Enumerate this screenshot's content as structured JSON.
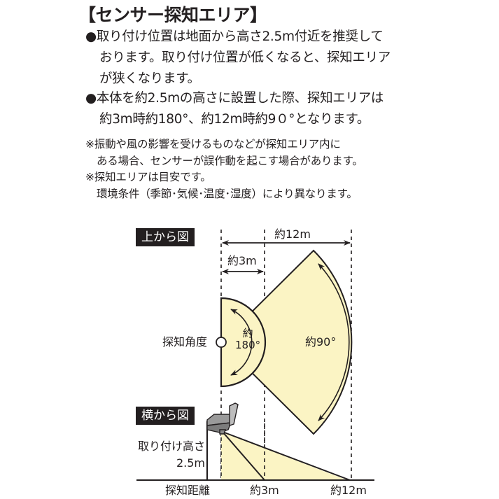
{
  "title": "【センサー探知エリア】",
  "bullets": [
    {
      "marker": "●",
      "lines": [
        "取り付け位置は地面から高さ2.5m付近を推奨して",
        "おります。取り付け位置が低くなると、探知エリア",
        "が狭くなります。"
      ]
    },
    {
      "marker": "●",
      "lines": [
        "本体を約2.5mの高さに設置した際、探知エリアは",
        "約3m時約180°、約12m時約9０°となります。"
      ]
    }
  ],
  "notes": [
    {
      "lines": [
        "※振動や風の影響を受けるものなどが探知エリア内に",
        "ある場合、センサーが誤作動を起こす場合があります。"
      ]
    },
    {
      "lines": [
        "※探知エリアは目安です。",
        "環境条件（季節･気候･温度･湿度）により異なります。"
      ]
    }
  ],
  "diagram": {
    "top_view": {
      "tag": "上から図",
      "dim_12m": "約12m",
      "dim_3m": "約3m",
      "angle_180_line1": "約",
      "angle_180_line2": "180°",
      "angle_90": "約90°",
      "detect_angle_label": "探知角度"
    },
    "side_view": {
      "tag": "横から図",
      "height_label_line1": "取り付け高さ",
      "height_label_line2": "2.5m",
      "distance_label": "探知距離",
      "mark_3m": "約3m",
      "mark_12m": "約12m"
    },
    "colors": {
      "area_fill": "#fbf4c4",
      "line": "#231f20",
      "sensor_gray": "#8a8a8a",
      "tag_bg": "#231f20"
    }
  }
}
